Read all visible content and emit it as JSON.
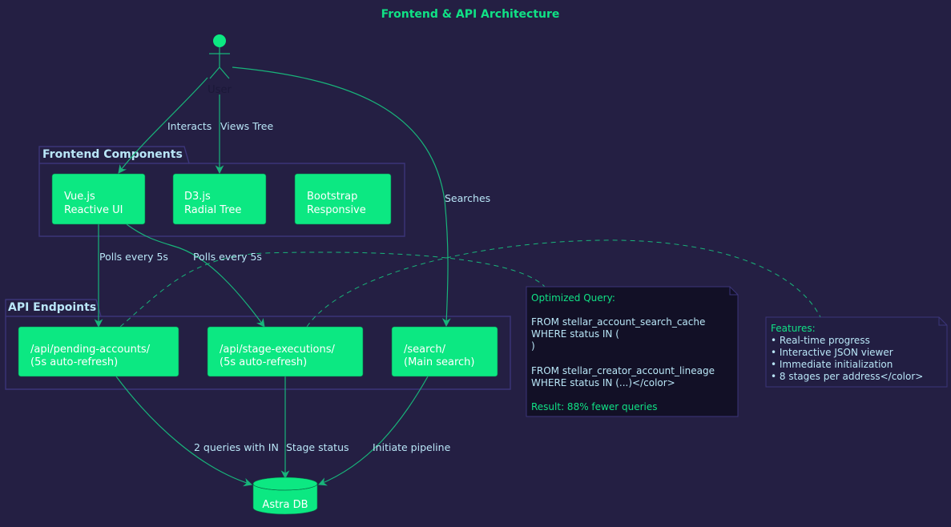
{
  "title": "Frontend & API Architecture",
  "actor": {
    "label": "User"
  },
  "packages": {
    "frontend": {
      "label": "Frontend Components",
      "components": [
        {
          "lines": [
            "Vue.js",
            "Reactive UI"
          ]
        },
        {
          "lines": [
            "D3.js",
            "Radial Tree"
          ]
        },
        {
          "lines": [
            "Bootstrap",
            "Responsive"
          ]
        }
      ]
    },
    "api": {
      "label": "API Endpoints",
      "endpoints": [
        {
          "lines": [
            "/api/pending-accounts/",
            "(5s auto-refresh)"
          ]
        },
        {
          "lines": [
            "/api/stage-executions/",
            "(5s auto-refresh)"
          ]
        },
        {
          "lines": [
            "/search/",
            "(Main search)"
          ]
        }
      ]
    }
  },
  "database": {
    "label": "Astra DB"
  },
  "edges": {
    "interacts": "Interacts",
    "views_tree": "Views Tree",
    "searches": "Searches",
    "polls_1": "Polls every 5s",
    "polls_2": "Polls every 5s",
    "two_queries": "2 queries with IN",
    "stage_status": "Stage status",
    "initiate": "Initiate pipeline"
  },
  "notes": {
    "query": {
      "heading": "Optimized Query:",
      "lines": [
        "FROM stellar_account_search_cache",
        "WHERE status IN (",
        ")",
        "",
        "FROM stellar_creator_account_lineage",
        "WHERE status IN (...)</color>"
      ],
      "result": "Result: 88% fewer queries"
    },
    "features": {
      "heading": "Features:",
      "lines": [
        "• Real-time progress",
        "• Interactive JSON viewer",
        "• Immediate initialization",
        "• 8 stages per address</color>"
      ]
    }
  },
  "colors": {
    "background": "#241f43",
    "accent": "#0ce882",
    "edge": "#18b47a",
    "label": "#b9e6f7",
    "package_border": "#3b3579",
    "note_background": "#121026"
  }
}
